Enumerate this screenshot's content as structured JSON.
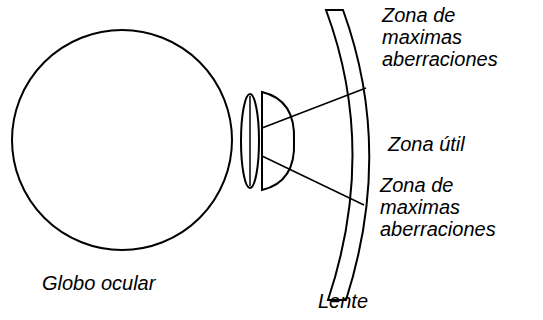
{
  "diagram": {
    "labels": [
      "Zona de maximas aberraciones",
      "Zona útil",
      "Zona de maximas aberraciones",
      "Globo ocular",
      "Lente"
    ]
  }
}
